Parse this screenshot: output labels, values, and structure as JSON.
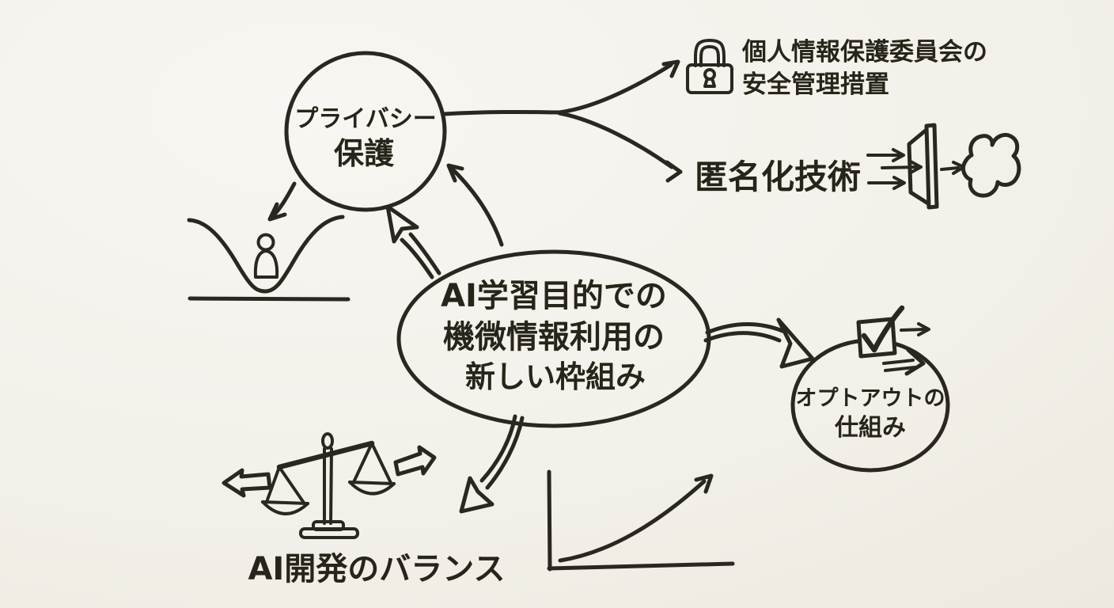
{
  "canvas": {
    "paper_color": "#f3f0e9",
    "ink_color": "#2a2720"
  },
  "nodes": {
    "center": {
      "lines": [
        "AI学習目的での",
        "機微情報利用の",
        "新しい枠組み"
      ]
    },
    "privacy": {
      "lines": [
        "プライバシー",
        "保護"
      ]
    },
    "security_measures": {
      "icon": "lock-icon",
      "lines": [
        "個人情報保護委員会の",
        "安全管理措置"
      ]
    },
    "anonymization": {
      "label": "匿名化技術",
      "icon": "funnel-filter-icon"
    },
    "optout": {
      "icon": "checkbox-checked-icon",
      "lines": [
        "オプトアウトの",
        "仕組み"
      ]
    },
    "balance": {
      "icon": "balance-scale-icon",
      "label": "AI開発のバランス"
    },
    "growth_chart": {
      "icon": "growth-chart-icon"
    },
    "person_in_valley": {
      "icon": "person-in-valley-icon"
    }
  }
}
